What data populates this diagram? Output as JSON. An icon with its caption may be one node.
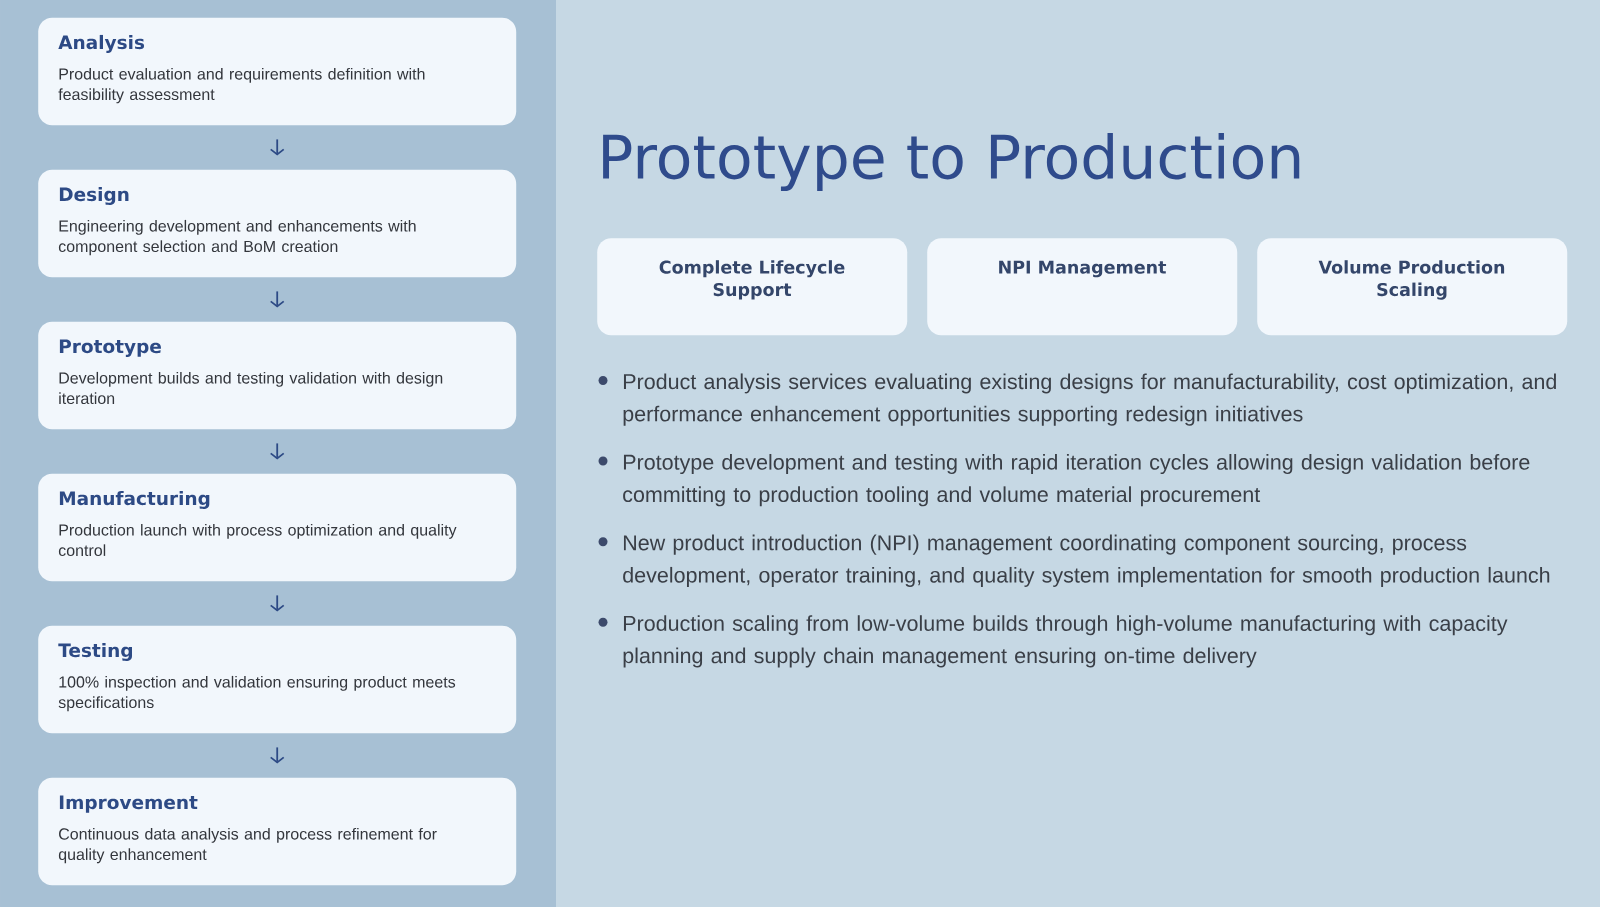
{
  "diagram": {
    "title": "Prototype to Production",
    "nodes": [
      {
        "text": [
          "Analysis",
          "Product evaluation and requirements definition with feasibility assessment"
        ]
      },
      {
        "text": [
          "Design",
          "Engineering development and enhancements with component selection and BoM creation"
        ]
      },
      {
        "text": [
          "Prototype",
          "Development builds and testing validation with design iteration"
        ]
      },
      {
        "text": [
          "Manufacturing",
          "Production launch with process optimization and quality control"
        ]
      },
      {
        "text": [
          "Testing",
          "100% inspection and validation ensuring product meets specifications"
        ]
      },
      {
        "text": [
          "Improvement",
          "Continuous data analysis and process refinement for quality enhancement"
        ]
      },
      {
        "text": [
          "Complete Lifecycle Support"
        ]
      },
      {
        "text": [
          "NPI Management"
        ]
      },
      {
        "text": [
          "Volume Production Scaling"
        ]
      }
    ],
    "edges": [
      {
        "from": 0,
        "to": 1,
        "arrow": "to"
      },
      {
        "from": 1,
        "to": 2,
        "arrow": "to"
      },
      {
        "from": 2,
        "to": 3,
        "arrow": "to"
      },
      {
        "from": 3,
        "to": 4,
        "arrow": "to"
      },
      {
        "from": 4,
        "to": 5,
        "arrow": "to"
      }
    ],
    "labels": [
      "Product analysis services evaluating existing designs for manufacturability, cost optimization, and performance enhancement opportunities supporting redesign initiatives",
      "Prototype development and testing with rapid iteration cycles allowing design validation before committing to production tooling and volume material procurement",
      "New product introduction (NPI) management coordinating component sourcing, process development, operator training, and quality system implementation for smooth production launch",
      "Production scaling from low-volume builds through high-volume manufacturing with capacity planning and supply chain management ensuring on-time delivery"
    ]
  }
}
